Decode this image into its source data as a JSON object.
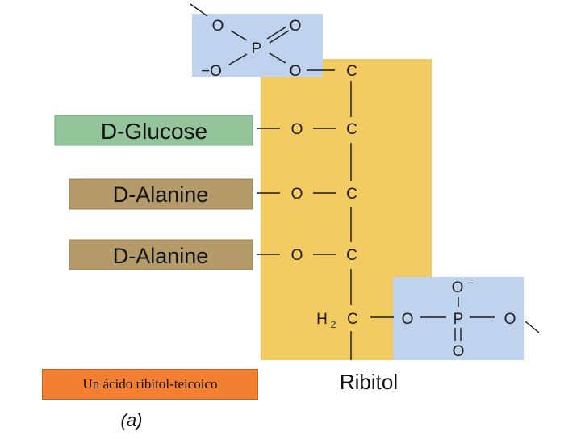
{
  "labels": {
    "glucose_box": "D-Glucose",
    "alanine_box_1": "D-Alanine",
    "alanine_box_2": "D-Alanine",
    "ribitol": "Ribitol",
    "panel": "(a)",
    "caption": "Un ácido ribitol-teicoico"
  },
  "atoms": {
    "top_O_left": "O",
    "top_O_right": "O",
    "top_P": "P",
    "top_O_minus": "−O",
    "top_O_bottom": "O",
    "C1": "C",
    "O2": "O",
    "C2": "C",
    "O3": "O",
    "C3": "C",
    "O4": "O",
    "C4": "C",
    "H2C": "H",
    "H2C_sub": "2",
    "H2C_c": "C",
    "bot_O_link": "O",
    "bot_P": "P",
    "bot_O_right": "O",
    "bot_O_top": "O",
    "bot_O_top_charge": "−",
    "bot_O_bottom": "O"
  },
  "colors": {
    "phosphate_bg": "#bfd3ee",
    "ribitol_bg": "#f2cc63",
    "glucose_bg": "#94c49a",
    "alanine_bg": "#b59a6a",
    "caption_bg": "#f37f33"
  }
}
